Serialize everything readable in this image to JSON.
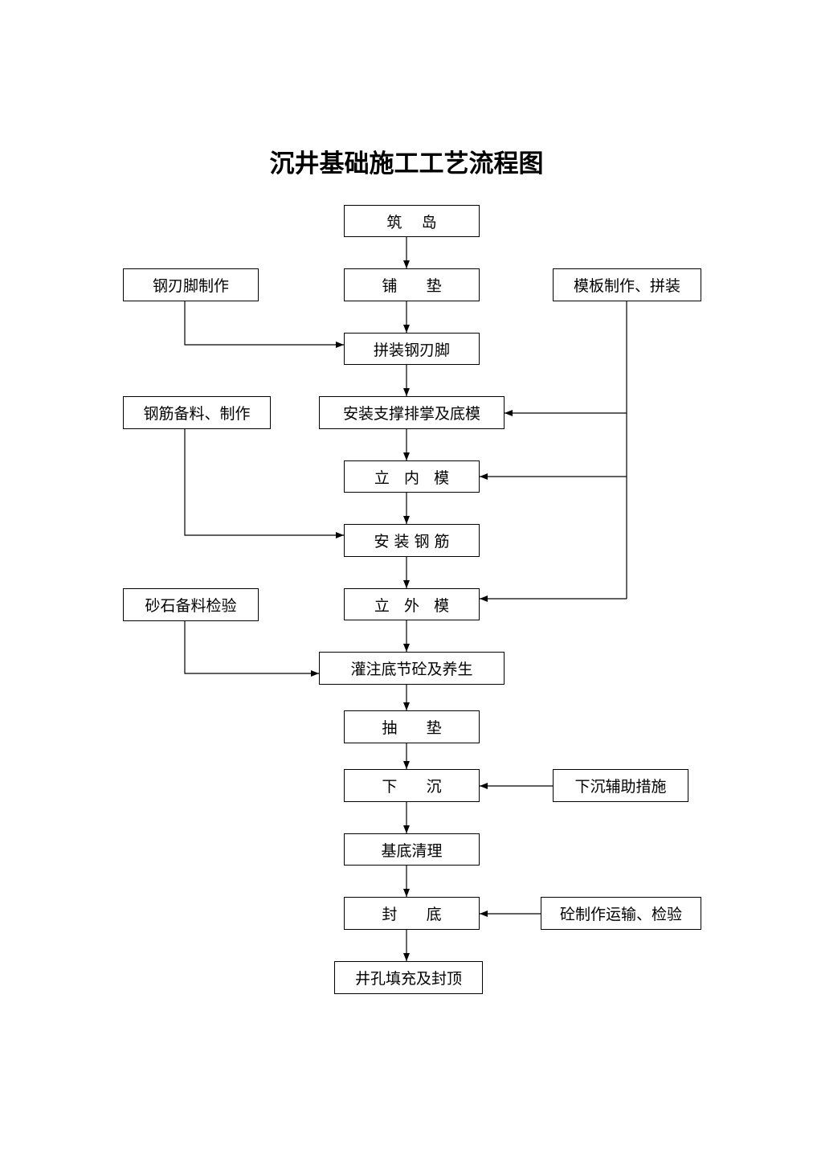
{
  "title": "沉井基础施工工艺流程图",
  "main_steps": [
    "筑    岛",
    "铺      垫",
    "拼装钢刃脚",
    "安装支撑排掌及底模",
    "立   内   模",
    "安 装 钢 筋",
    "立   外   模",
    "灌注底节砼及养生",
    "抽      垫",
    "下      沉",
    "基底清理",
    "封      底",
    "井孔填充及封顶"
  ],
  "side_inputs": {
    "blade_fabrication": "钢刃脚制作",
    "formwork_fabrication": "模板制作、拼装",
    "rebar_preparation": "钢筋备料、制作",
    "aggregate_inspection": "砂石备料检验",
    "sinking_aids": "下沉辅助措施",
    "concrete_production": "砼制作运输、检验"
  }
}
